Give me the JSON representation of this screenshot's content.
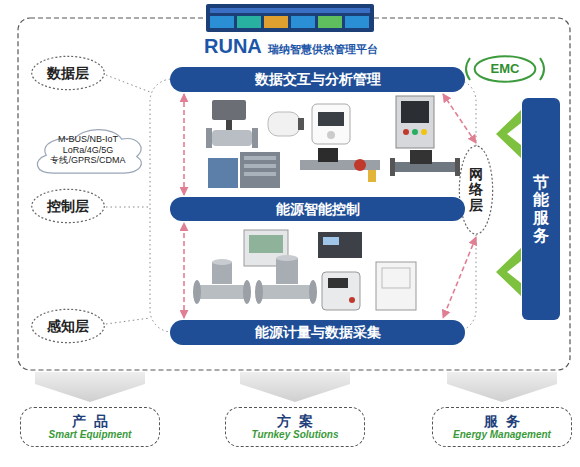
{
  "diagram": {
    "nodes": [
      {
        "text": [
          "数据层"
        ]
      },
      {
        "text": [
          "数据交互与分析管理"
        ]
      },
      {
        "text": [
          "EMC"
        ]
      },
      {
        "text": [
          "M-BUS/NB-IoT LoRa/4G/5G 专线/GPRS/CDMA"
        ]
      },
      {
        "text": [
          "网络层"
        ]
      },
      {
        "text": [
          "节能服务"
        ]
      },
      {
        "text": [
          "控制层"
        ]
      },
      {
        "text": [
          "能源智能控制"
        ]
      },
      {
        "text": [
          "感知层"
        ]
      },
      {
        "text": [
          "能源计量与数据采集"
        ]
      },
      {
        "text": [
          "产品",
          "Smart Equipment"
        ]
      },
      {
        "text": [
          "方案",
          "Turnkey Solutions"
        ]
      },
      {
        "text": [
          "服务",
          "Energy Management"
        ]
      }
    ],
    "edges": [
      {
        "from": 7,
        "to": 1,
        "arrow": "both"
      },
      {
        "from": 9,
        "to": 7,
        "arrow": "both"
      },
      {
        "from": 4,
        "to": 1,
        "arrow": "both"
      },
      {
        "from": 4,
        "to": 9,
        "arrow": "both"
      }
    ],
    "labels": [
      "RUNA",
      "瑞纳智慧供热管理平台"
    ]
  }
}
